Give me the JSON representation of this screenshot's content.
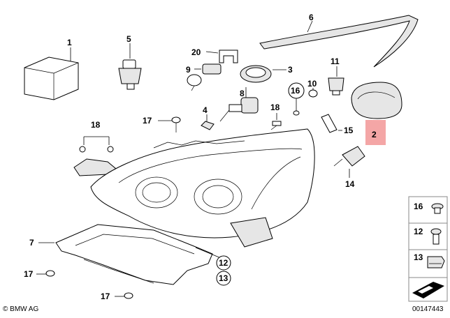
{
  "diagram": {
    "callouts": {
      "c1": "1",
      "c2": "2",
      "c3": "3",
      "c4": "4",
      "c5": "5",
      "c6": "6",
      "c7": "7",
      "c8": "8",
      "c9": "9",
      "c10": "10",
      "c11": "11",
      "c12": "12",
      "c13": "13",
      "c14": "14",
      "c15": "15",
      "c16": "16",
      "c17a": "17",
      "c17b": "17",
      "c17c": "17",
      "c18a": "18",
      "c18b": "18",
      "c20": "20"
    },
    "legend": {
      "l16": "16",
      "l12": "12",
      "l13": "13"
    },
    "highlight_color": "#f4a6a6",
    "footer": {
      "brand": "© BMW AG",
      "code": "00147443"
    }
  }
}
